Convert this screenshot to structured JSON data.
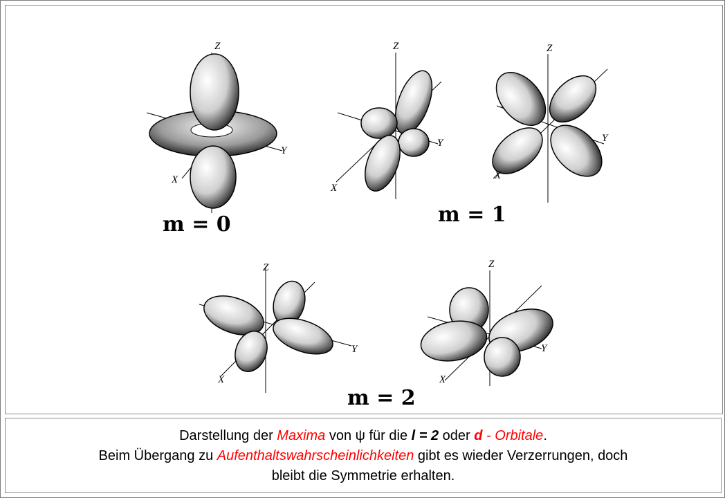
{
  "figure": {
    "labels": {
      "m0": "m = 0",
      "m1": "m = 1",
      "m2": "m = 2"
    },
    "axes": {
      "x": "X",
      "y": "Y",
      "z": "Z"
    }
  },
  "caption": {
    "line1_a": "Darstellung der ",
    "line1_maxima": "Maxima",
    "line1_b": " von ψ für die ",
    "line1_l": "l = 2",
    "line1_c": " oder ",
    "line1_d": "d",
    "line1_orbitale": " - Orbitale",
    "line1_end": ".",
    "line2_a": "Beim Übergang zu ",
    "line2_link": "Aufenthaltswahrscheinlichkeiten",
    "line2_b": " gibt es wieder Verzerrungen, doch",
    "line3": "bleibt die Symmetrie erhalten."
  },
  "colors": {
    "highlight": "#ff0000",
    "lobe_fill": "#dcdcdc",
    "lobe_edge": "#000000"
  }
}
